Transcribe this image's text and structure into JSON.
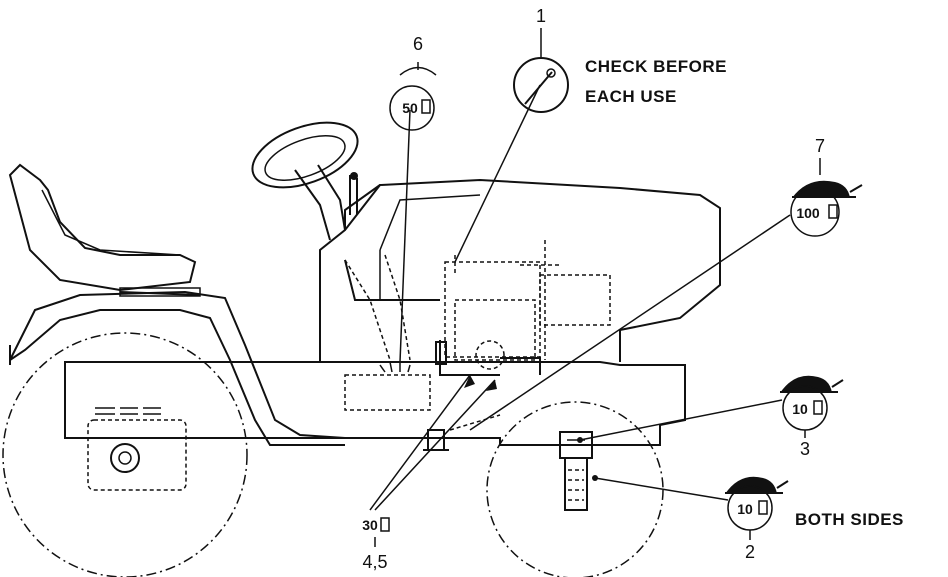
{
  "header_note": {
    "line1": "CHECK BEFORE",
    "line2": "EACH USE"
  },
  "both_sides": "BOTH SIDES",
  "callouts": [
    {
      "num": "1",
      "hours": ""
    },
    {
      "num": "2",
      "hours": "10"
    },
    {
      "num": "3",
      "hours": "10"
    },
    {
      "num": "4,5",
      "hours": "30"
    },
    {
      "num": "6",
      "hours": "50"
    },
    {
      "num": "7",
      "hours": "100"
    }
  ]
}
